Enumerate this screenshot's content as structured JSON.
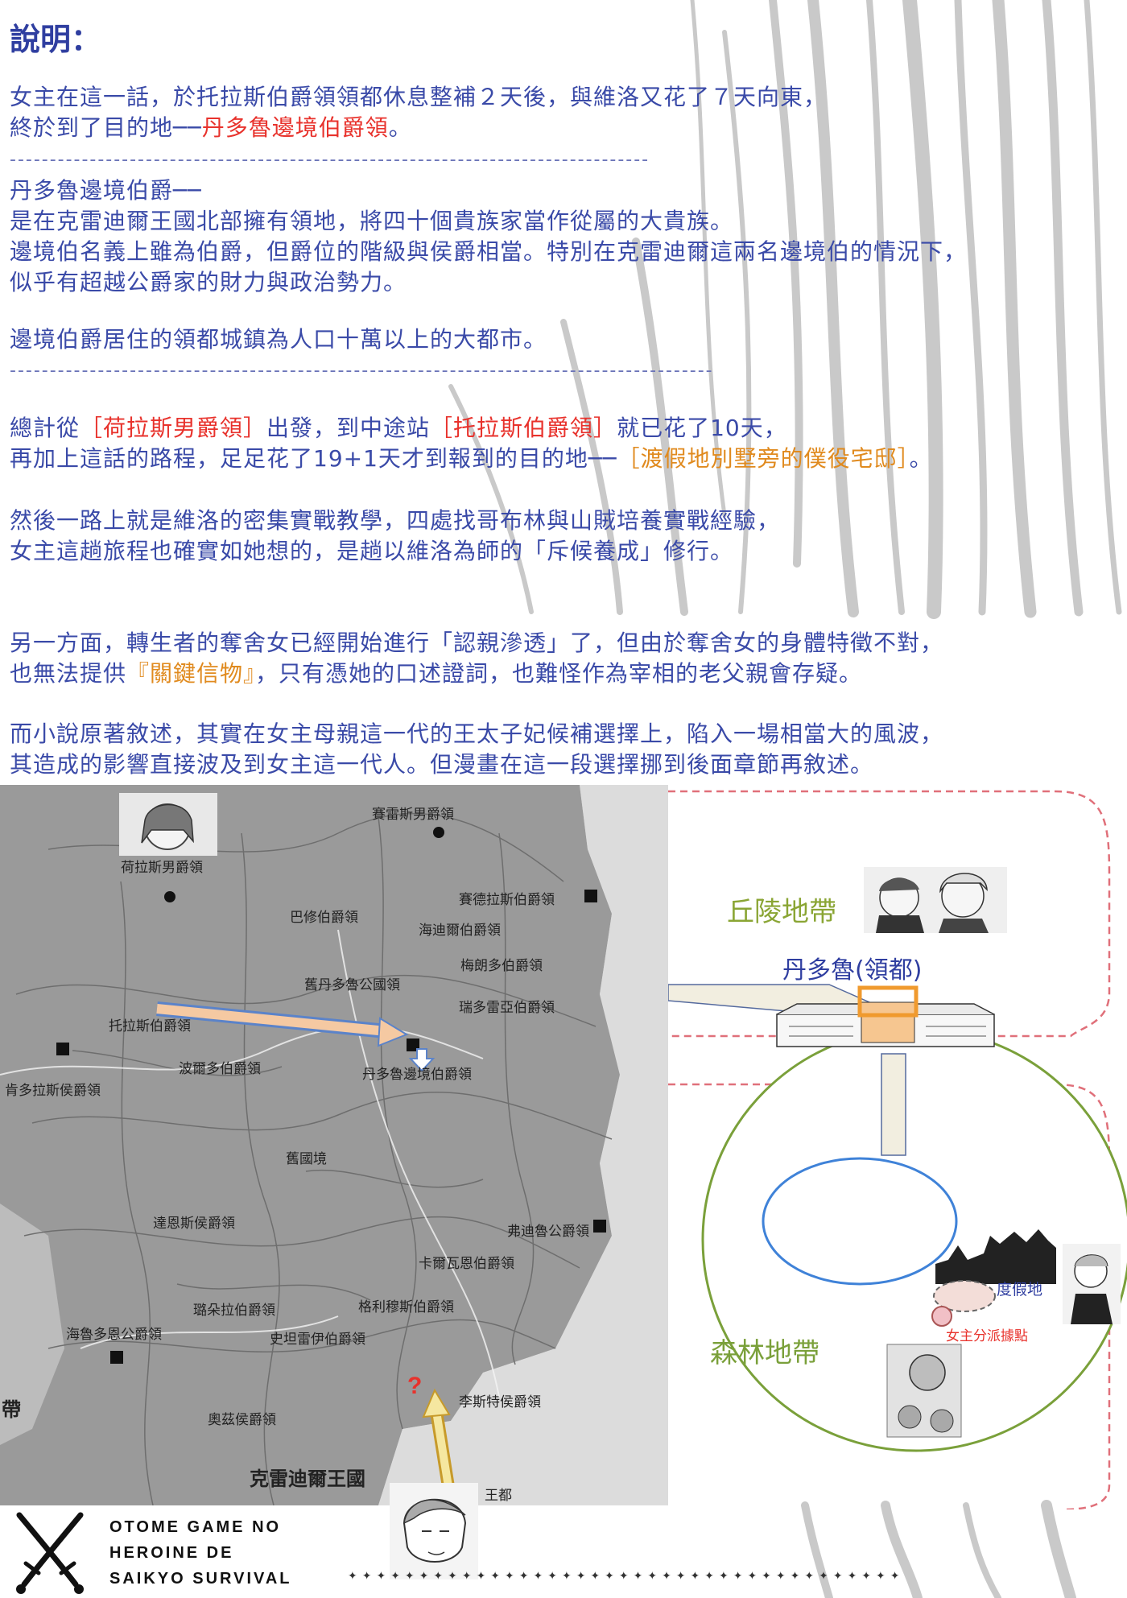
{
  "heading": "說明：",
  "para1": {
    "line1": "女主在這一話，於托拉斯伯爵領領都休息整補２天後，與維洛又花了７天向東，",
    "line2_pre": "終於到了目的地──",
    "line2_red": "丹多魯邊境伯爵領",
    "line2_post": "。"
  },
  "divider1": "--------------------------------------------------------------------------------",
  "para2": {
    "line1": "丹多魯邊境伯爵──",
    "line2": "是在克雷迪爾王國北部擁有領地，將四十個貴族家當作從屬的大貴族。",
    "line3": "邊境伯名義上雖為伯爵，但爵位的階級與侯爵相當。特別在克雷迪爾這兩名邊境伯的情況下，",
    "line4": "似乎有超越公爵家的財力與政治勢力。",
    "line5": "邊境伯爵居住的領都城鎮為人口十萬以上的大都市。"
  },
  "divider2": "----------------------------------------------------------------------------------------",
  "para3": {
    "line1_pre": "總計從",
    "line1_red1": "［荷拉斯男爵領］",
    "line1_mid": "出發，到中途站",
    "line1_red2": "［托拉斯伯爵領］",
    "line1_post": "就已花了10天，",
    "line2_pre": "再加上這話的路程，足足花了19+1天才到報到的目的地──",
    "line2_orange": "［渡假地別墅旁的僕役宅邸］",
    "line2_post": "。"
  },
  "para4": {
    "line1": "然後一路上就是維洛的密集實戰教學，四處找哥布林與山賊培養實戰經驗，",
    "line2": "女主這趟旅程也確實如她想的，是趟以維洛為師的「斥候養成」修行。"
  },
  "para5": {
    "line1": "另一方面，轉生者的奪舍女已經開始進行「認親滲透」了，但由於奪舍女的身體特徵不對，",
    "line2_pre": "也無法提供",
    "line2_orange": "『關鍵信物』",
    "line2_post": "，只有憑她的口述證詞，也難怪作為宰相的老父親會存疑。"
  },
  "para6": {
    "line1": "而小說原著敘述，其實在女主母親這一代的王太子妃候補選擇上，陷入一場相當大的風波，",
    "line2": "其造成的影響直接波及到女主這一代人。但漫畫在這一段選擇挪到後面章節再敘述。"
  },
  "map": {
    "labels": [
      "賽雷斯男爵領",
      "荷拉斯男爵領",
      "巴修伯爵領",
      "賽德拉斯伯爵領",
      "海迪爾伯爵領",
      "梅朗多伯爵領",
      "舊丹多魯公國領",
      "瑞多雷亞伯爵領",
      "托拉斯伯爵領",
      "波爾多伯爵領",
      "丹多魯邊境伯爵領",
      "肯多拉斯侯爵領",
      "舊國境",
      "達恩斯侯爵領",
      "弗迪魯公爵領",
      "卡爾瓦恩伯爵領",
      "璐朵拉伯爵領",
      "格利穆斯伯爵領",
      "海魯多恩公爵領",
      "史坦雷伊伯爵領",
      "李斯特侯爵領",
      "奧茲侯爵領",
      "帶",
      "克雷迪爾王國",
      "王都"
    ],
    "question_mark": "?"
  },
  "diagram": {
    "hills_label": "丘陵地帶",
    "capital_label": "丹多魯(領都)",
    "forest_label": "森林地帶",
    "resort_label": "度假地",
    "base_label": "女主分派據點",
    "colors": {
      "hills": "#8aa534",
      "forest": "#7aa03a",
      "capital": "#2f3ea0",
      "base": "#e8322c",
      "dash_border": "#e0707a",
      "lake": "#3f82d8"
    }
  },
  "footer": {
    "line1": "OTOME GAME NO",
    "line2": "HEROINE DE",
    "line3": "SAIKYO SURVIVAL",
    "stars": "✦✦✦✦✦✦✦✦✦✦✦✦✦✦✦✦✦✦✦✦✦✦✦✦✦✦✦✦✦✦✦✦✦✦✦✦✦✦✦"
  }
}
